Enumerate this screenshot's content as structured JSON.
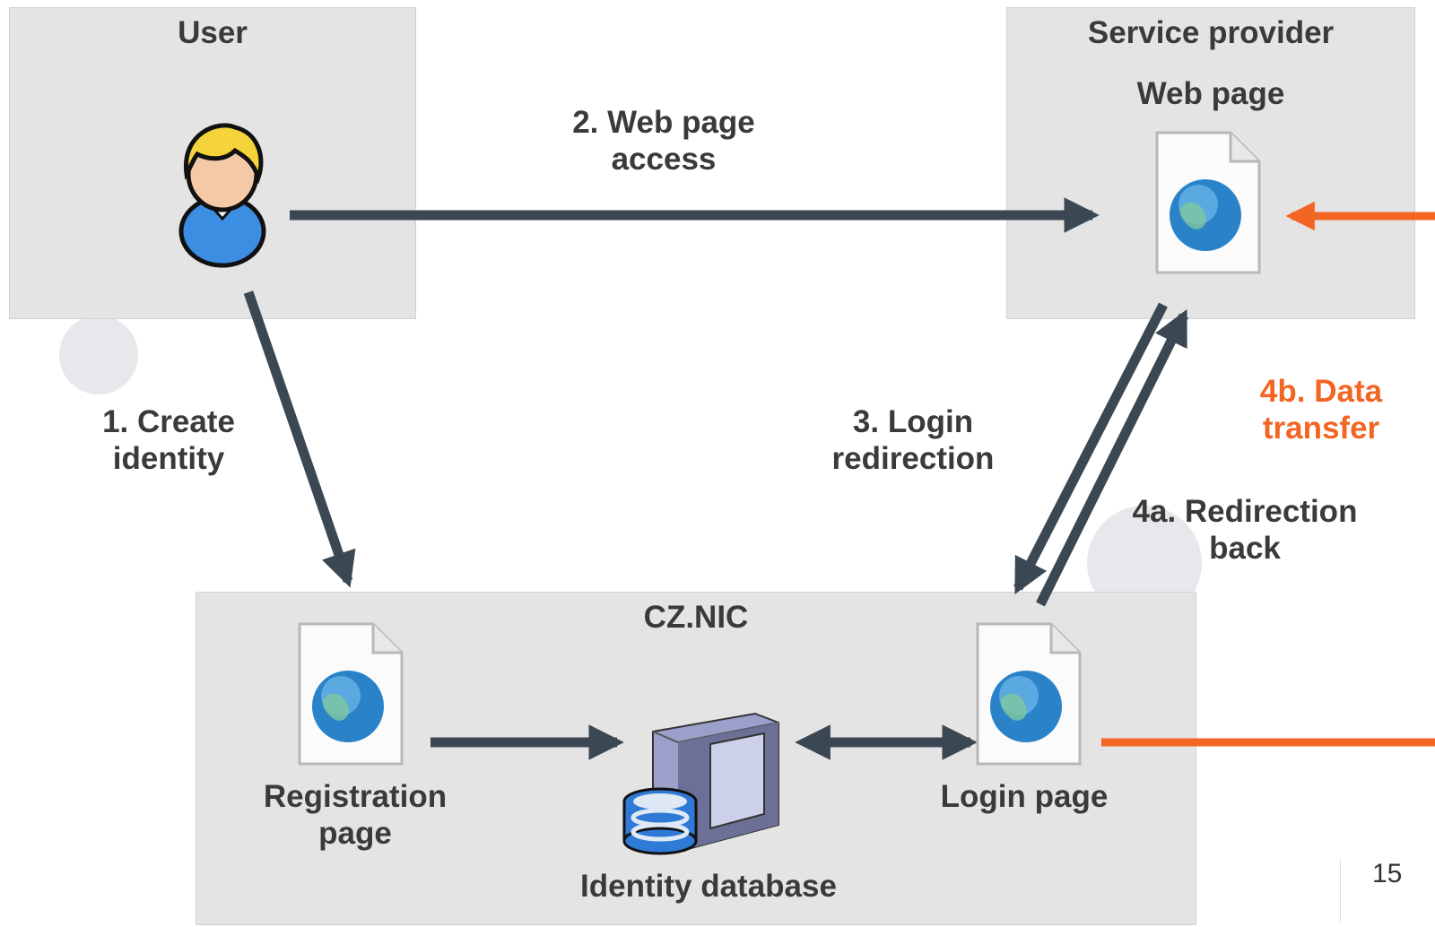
{
  "diagram": {
    "user_box": {
      "title": "User"
    },
    "sp_box": {
      "title": "Service provider",
      "subtitle": "Web page"
    },
    "cznic_box": {
      "title": "CZ.NIC",
      "registration_label": "Registration\npage",
      "database_label": "Identity database",
      "login_label": "Login page"
    },
    "steps": {
      "create_identity": "1. Create\nidentity",
      "web_access": "2. Web page\naccess",
      "login_redirect": "3. Login\nredirection",
      "redirect_back": "4a. Redirection\nback",
      "data_transfer": "4b. Data\ntransfer"
    },
    "colors": {
      "arrow": "#3b4853",
      "accent": "#f26522",
      "box": "#e4e4e4"
    }
  },
  "slide": {
    "page_number": "15"
  }
}
